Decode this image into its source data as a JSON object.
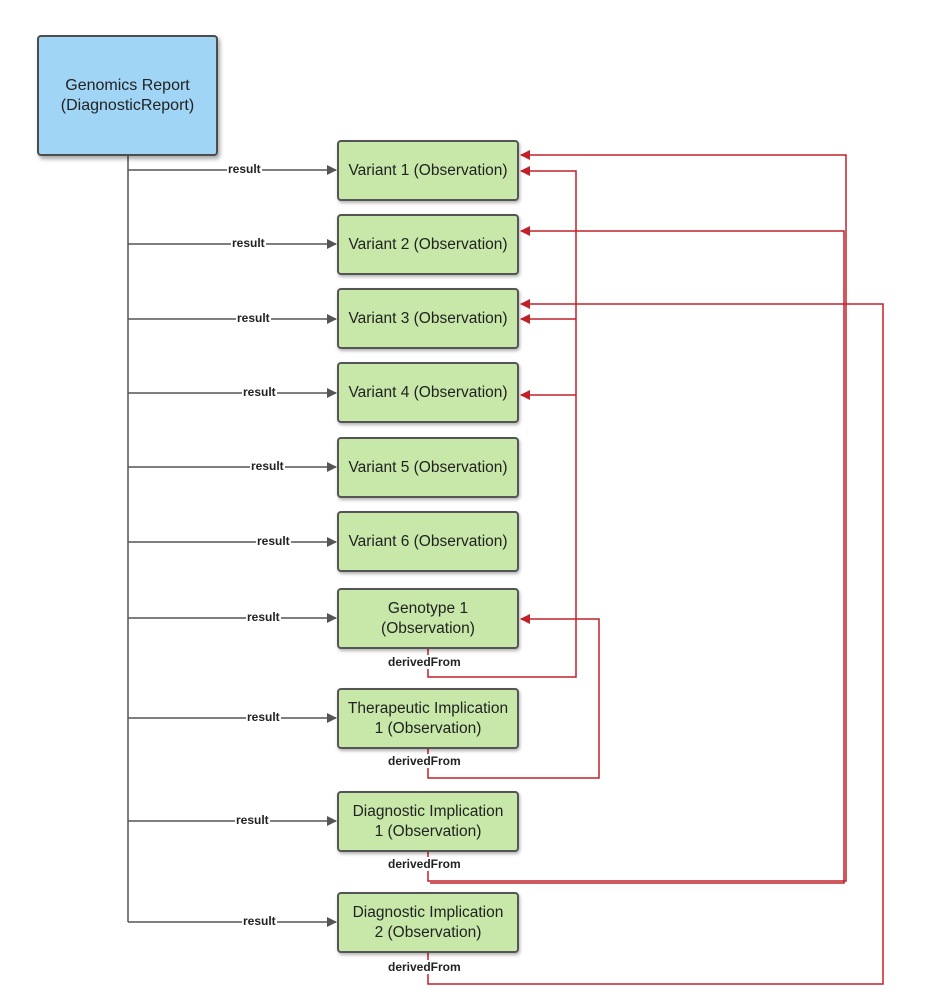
{
  "report": {
    "line1": "Genomics Report",
    "line2": "(DiagnosticReport)"
  },
  "observations": [
    {
      "line1": "Variant 1 (Observation)",
      "line2": ""
    },
    {
      "line1": "Variant 2 (Observation)",
      "line2": ""
    },
    {
      "line1": "Variant 3 (Observation)",
      "line2": ""
    },
    {
      "line1": "Variant 4 (Observation)",
      "line2": ""
    },
    {
      "line1": "Variant 5 (Observation)",
      "line2": ""
    },
    {
      "line1": "Variant 6 (Observation)",
      "line2": ""
    },
    {
      "line1": "Genotype 1",
      "line2": "(Observation)"
    },
    {
      "line1": "Therapeutic Implication",
      "line2": "1 (Observation)"
    },
    {
      "line1": "Diagnostic Implication",
      "line2": "1 (Observation)"
    },
    {
      "line1": "Diagnostic Implication",
      "line2": "2 (Observation)"
    }
  ],
  "edges": {
    "result_label": "result",
    "derived_label": "derivedFrom"
  },
  "colors": {
    "report_fill": "#a0d5f5",
    "observation_fill": "#c7e8a8",
    "result_edge": "#555555",
    "derived_edge": "#c0202a"
  }
}
